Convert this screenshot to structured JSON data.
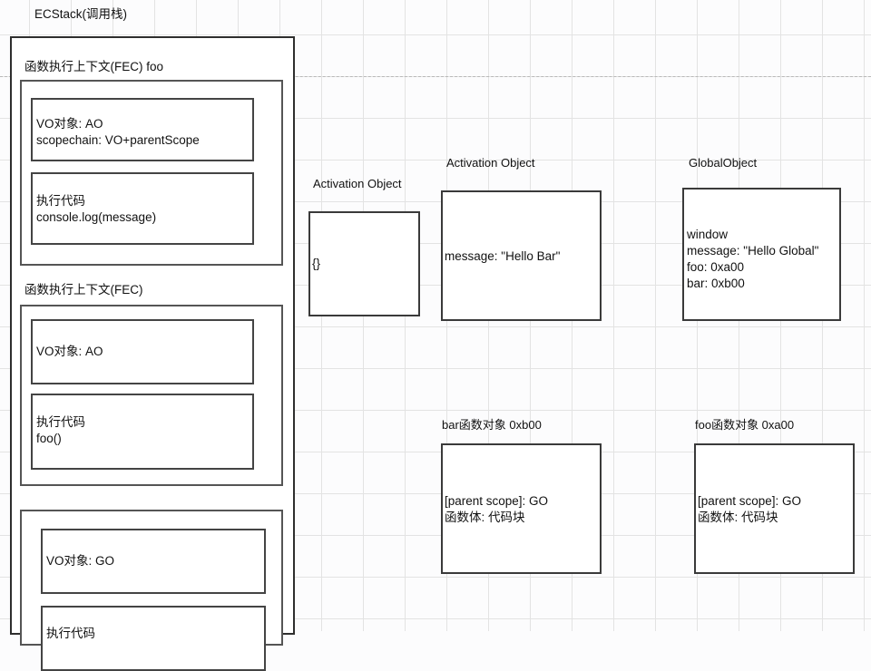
{
  "stack_panel": {
    "label": "ECStack(调用栈)",
    "frames": [
      {
        "title": "函数执行上下文(FEC) foo",
        "slots": [
          {
            "text": "VO对象: AO\nscopechain: VO+parentScope"
          },
          {
            "text": "执行代码\nconsole.log(message)"
          }
        ]
      },
      {
        "title": "函数执行上下文(FEC)",
        "slots": [
          {
            "text": "VO对象: AO"
          },
          {
            "text": "执行代码\nfoo()"
          }
        ]
      },
      {
        "title": "",
        "slots": [
          {
            "text": "VO对象: GO"
          },
          {
            "text": "执行代码"
          }
        ]
      }
    ]
  },
  "objects": [
    {
      "caption": "Activation Object",
      "body": "{}"
    },
    {
      "caption": "Activation Object",
      "body": "message: \"Hello Bar\""
    },
    {
      "caption": "GlobalObject",
      "body": "window\nmessage: \"Hello Global\"\nfoo: 0xa00\nbar: 0xb00"
    },
    {
      "caption": "bar函数对象 0xb00",
      "body": "[parent scope]: GO\n函数体: 代码块"
    },
    {
      "caption": "foo函数对象 0xa00",
      "body": "[parent scope]: GO\n函数体: 代码块"
    }
  ],
  "colors": {
    "background": "#fcfcfd",
    "grid_line": "#e3e3e3",
    "box_border": "#3a3a3a",
    "text": "#111111"
  }
}
